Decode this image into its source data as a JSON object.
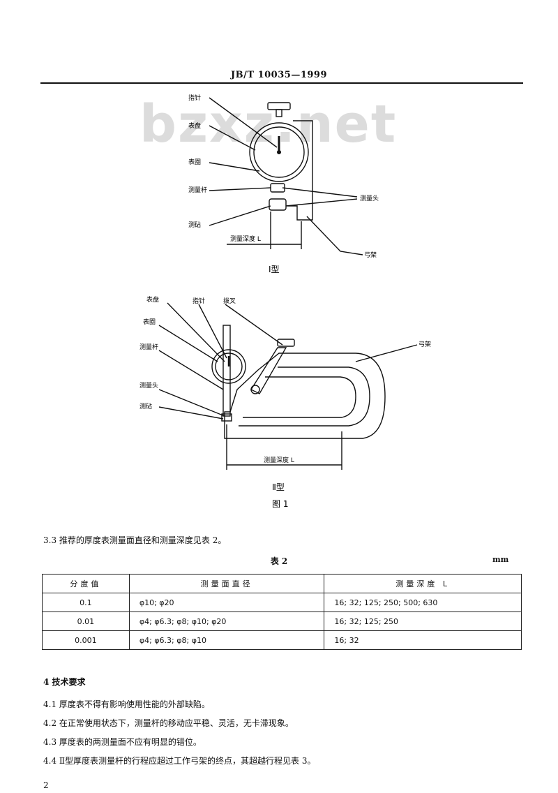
{
  "header": "JB/T 10035—1999",
  "watermark": "bzxz.net",
  "figure": {
    "type1_labels": {
      "pointer": "指针",
      "dial": "表盘",
      "bezel": "表圈",
      "rod": "测量杆",
      "anvil": "测砧",
      "heads": "测量头",
      "frame": "弓架",
      "depth": "测量深度 L"
    },
    "type1_caption": "Ⅰ型",
    "type2_labels": {
      "dial": "表盘",
      "pointer": "指针",
      "lever": "拨叉",
      "bezel": "表圈",
      "rod": "测量杆",
      "head": "测量头",
      "anvil": "测砧",
      "frame": "弓架",
      "depth": "测量深度 L"
    },
    "type2_caption": "Ⅱ型",
    "fig_caption": "图 1"
  },
  "section_3_3": "3.3 推荐的厚度表测量面直径和测量深度见表 2。",
  "table": {
    "title": "表 2",
    "unit": "mm",
    "headers": [
      "分度值",
      "测量面直径",
      "测量深度 L"
    ],
    "rows": [
      [
        "0.1",
        "φ10; φ20",
        "16; 32; 125; 250; 500; 630"
      ],
      [
        "0.01",
        "φ4; φ6.3; φ8; φ10; φ20",
        "16; 32; 125; 250"
      ],
      [
        "0.001",
        "φ4; φ6.3; φ8; φ10",
        "16; 32"
      ]
    ]
  },
  "section_4": "4 技术要求",
  "items": [
    "4.1 厚度表不得有影响使用性能的外部缺陷。",
    "4.2 在正常使用状态下，测量杆的移动应平稳、灵活，无卡滞现象。",
    "4.3 厚度表的两测量面不应有明显的错位。",
    "4.4 Ⅱ型厚度表测量杆的行程应超过工作弓架的终点，其超越行程见表 3。"
  ],
  "page_number": "2"
}
